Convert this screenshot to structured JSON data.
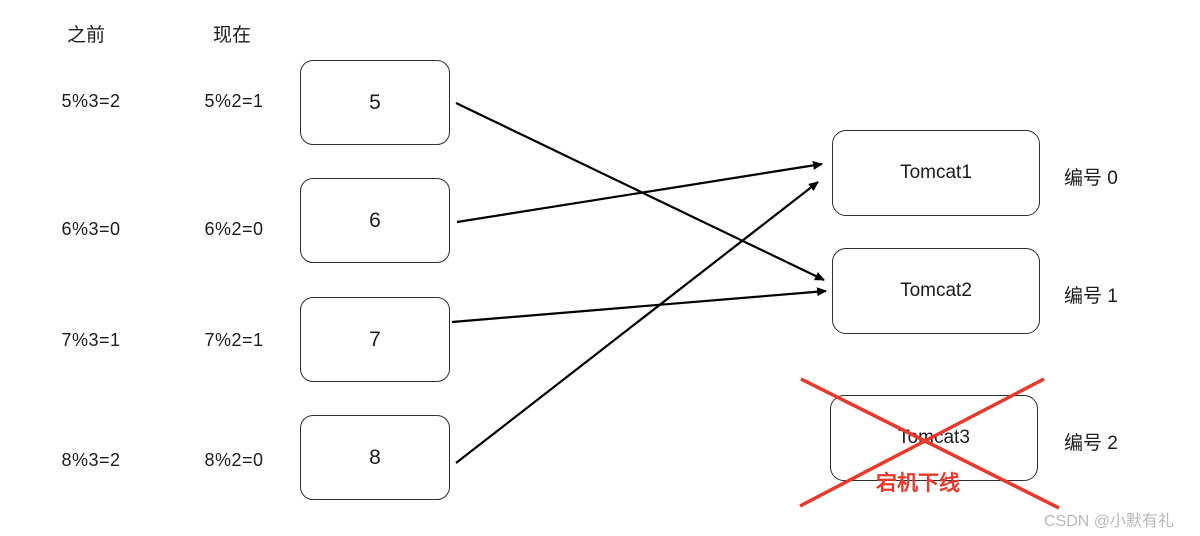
{
  "diagram": {
    "title_context": "hash mod rebalancing after one Tomcat goes offline",
    "columns": {
      "before_label": "之前",
      "now_label": "现在"
    },
    "rows": [
      {
        "key": "5",
        "before": "5%3=2",
        "now": "5%2=1",
        "target": "Tomcat2"
      },
      {
        "key": "6",
        "before": "6%3=0",
        "now": "6%2=0",
        "target": "Tomcat1"
      },
      {
        "key": "7",
        "before": "7%3=1",
        "now": "7%2=1",
        "target": "Tomcat2"
      },
      {
        "key": "8",
        "before": "8%3=2",
        "now": "8%2=0",
        "target": "Tomcat1"
      }
    ],
    "servers": [
      {
        "name": "Tomcat1",
        "number_label": "编号 0",
        "status": "online"
      },
      {
        "name": "Tomcat2",
        "number_label": "编号 1",
        "status": "online"
      },
      {
        "name": "Tomcat3",
        "number_label": "编号 2",
        "status": "offline",
        "status_label": "宕机下线"
      }
    ],
    "colors": {
      "line_black": "#000000",
      "offline_red": "#e8392b",
      "box_border": "#2e2e2e",
      "watermark_gray": "#b9b9bd"
    },
    "watermark": "CSDN @小默有礼"
  }
}
